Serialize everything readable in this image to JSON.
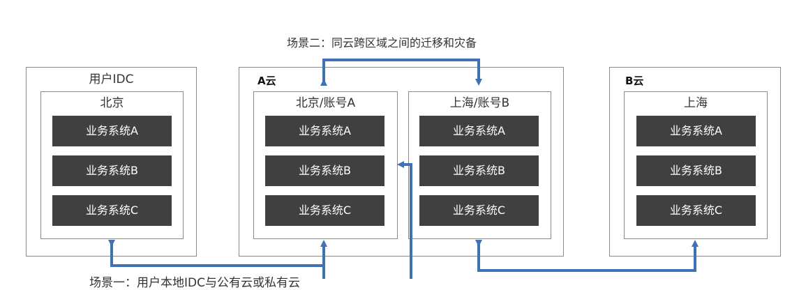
{
  "scene2_label": "场景二：同云跨区域之间的迁移和灾备",
  "scene1_label": "场景一：用户本地IDC与公有云或私有云",
  "idc": {
    "title": "用户IDC",
    "region": "北京"
  },
  "cloud_a": {
    "title": "A云",
    "regions": [
      "北京/账号A",
      "上海/账号B"
    ]
  },
  "cloud_b": {
    "title": "B云",
    "region": "上海"
  },
  "systems": [
    "业务系统A",
    "业务系统B",
    "业务系统C"
  ],
  "colors": {
    "arrow": "#3f72b5",
    "box_fill": "#404040",
    "border": "#8a8a8a"
  }
}
